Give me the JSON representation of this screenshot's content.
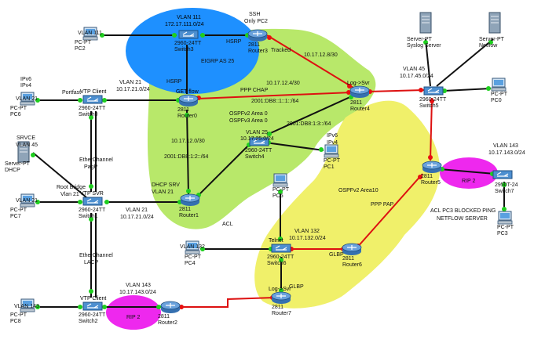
{
  "colors": {
    "blue_area": "#1e90ff",
    "green_area": "#b8e86a",
    "yellow_area": "#f0f06a",
    "magenta_area": "#ee28ee",
    "link_black": "#111111",
    "link_red": "#dd1111",
    "port_green": "#1fcf1f",
    "port_red": "#e81010"
  },
  "areas": {
    "eigrp": "EIGRP AS 25",
    "ospfv2_area0": "OSPFv2 Area 0",
    "ospfv3_area0": "OSPFv3 Area 0",
    "ospfv2_area10": "OSPFv2 Area10",
    "acl": "ACL",
    "rip_top": "RIP 2",
    "rip_bottom": "RIP 2"
  },
  "devices": [
    {
      "id": "pc2",
      "lines": [
        "PC-PT",
        "PC2"
      ],
      "icon": "pc-icon"
    },
    {
      "id": "pc6",
      "lines": [
        "PC-PT",
        "PC6"
      ],
      "icon": "pc-icon"
    },
    {
      "id": "dhcp",
      "lines": [
        "Server-PT",
        "DHCP"
      ],
      "icon": "server-icon"
    },
    {
      "id": "pc7",
      "lines": [
        "PC-PT",
        "PC7"
      ],
      "icon": "pc-icon"
    },
    {
      "id": "pc8",
      "lines": [
        "PC-PT",
        "PC8"
      ],
      "icon": "pc-icon"
    },
    {
      "id": "switch3",
      "lines": [
        "2960-24TT",
        "Switch3"
      ],
      "icon": "switch-icon"
    },
    {
      "id": "router3",
      "lines": [
        "2811",
        "Router3"
      ],
      "icon": "router-icon"
    },
    {
      "id": "router0",
      "lines": [
        "2811",
        "Router0"
      ],
      "icon": "router-icon"
    },
    {
      "id": "switch0",
      "lines": [
        "2960-24TT",
        "Switch0"
      ],
      "icon": "switch-icon"
    },
    {
      "id": "switch1",
      "lines": [
        "2960-24TT",
        "Switch1"
      ],
      "icon": "switch-icon"
    },
    {
      "id": "router1",
      "lines": [
        "2811",
        "Router1"
      ],
      "icon": "router-icon"
    },
    {
      "id": "switch2",
      "lines": [
        "2960-24TT",
        "Switch2"
      ],
      "icon": "switch-icon"
    },
    {
      "id": "router2",
      "lines": [
        "2811",
        "Router2"
      ],
      "icon": "router-icon"
    },
    {
      "id": "router4",
      "lines": [
        "2811",
        "Router4"
      ],
      "icon": "router-icon"
    },
    {
      "id": "switch4",
      "lines": [
        "2960-24TT",
        "Switch4"
      ],
      "icon": "switch-icon"
    },
    {
      "id": "pc1",
      "lines": [
        "PC-PT",
        "PC1"
      ],
      "icon": "pc-icon"
    },
    {
      "id": "pc5",
      "lines": [
        "PC-PT",
        "PC5"
      ],
      "icon": "pc-icon"
    },
    {
      "id": "pc4",
      "lines": [
        "PC-PT",
        "PC4"
      ],
      "icon": "pc-icon"
    },
    {
      "id": "switch6",
      "lines": [
        "2960-24TT",
        "Switch6"
      ],
      "icon": "switch-icon"
    },
    {
      "id": "router6",
      "lines": [
        "2811",
        "Router6"
      ],
      "icon": "router-icon"
    },
    {
      "id": "router7",
      "lines": [
        "2811",
        "Router7"
      ],
      "icon": "router-icon"
    },
    {
      "id": "syslog",
      "lines": [
        "Server-PT",
        "Syslog Server"
      ],
      "icon": "server-icon"
    },
    {
      "id": "netflow",
      "lines": [
        "Server-PT",
        "Netflow"
      ],
      "icon": "server-icon"
    },
    {
      "id": "switch5",
      "lines": [
        "2960-24TT",
        "Switch5"
      ],
      "icon": "switch-icon"
    },
    {
      "id": "pc0",
      "lines": [
        "PC-PT",
        "PC0"
      ],
      "icon": "pc-icon"
    },
    {
      "id": "router5",
      "lines": [
        "2811",
        "Router5"
      ],
      "icon": "router-icon"
    },
    {
      "id": "switch7",
      "lines": [
        "2950T-24",
        "Switch7"
      ],
      "icon": "switch-icon"
    },
    {
      "id": "pc3",
      "lines": [
        "PC-PT",
        "PC3"
      ],
      "icon": "pc-icon"
    }
  ],
  "device_badges": {
    "switch0": "VTP Client",
    "switch1": "VTP SVR",
    "switch2": "VTP Client",
    "router0": "GET flow",
    "router4": "Log->Svr",
    "router7": "Log->Svr",
    "switch6": "Telnet"
  },
  "labels": {
    "vlan111_pc2": "VLAN 111",
    "vlan111_net": "VLAN 111",
    "vlan111_subnet": "172.17.111.0/24",
    "ssh": "SSH",
    "only_pc2": "Only PC2",
    "hsrp_r3": "HSRP",
    "hsrp_r0": "HSRP",
    "tracked": "Tracked",
    "net_r3_r4": "10.17.12.8/30",
    "vlan45": "VLAN 45",
    "vlan45_subnet": "10.17.45.0/24",
    "ipv6_pc6": "IPv6",
    "ipv4_pc6": "IPv4",
    "vlan21_pc6": "VLAN 21",
    "portfast": "Portfast",
    "vlan21_r0": "VLAN 21",
    "vlan21_r0_subnet": "10.17.21.0/24",
    "r0_r4_net": "10.17.12.4/30",
    "ppp_chap": "PPP CHAP",
    "r0_r4_v6": "2001:DB8::1::1::/64",
    "ospfv2_a0": "OSPFv2 Area 0",
    "ospfv3_a0": "OSPFv3 Area 0",
    "r4_sw4_v6": "2001:DB8:1:3::/64",
    "vlan25": "VLAN 25",
    "vlan25_subnet": "10.17.25.0/24",
    "ipv6_pc1": "IPv6",
    "ipv4_pc1": "IPv4",
    "r0_r1_net": "10.17.12.0/30",
    "r0_r1_v6": "2001:DB8:1:2::/64",
    "srvce": "SRVCE",
    "vlan45_dhcp": "VLAN 45",
    "etherchannel_pagp": "EtherChannel",
    "pagp": "PagP",
    "root_bridge": "Root Bridge",
    "root_vlan": "Vlan 21",
    "dhcp_srv": "DHCP SRV",
    "dhcp_vlan": "VLAN 21",
    "vlan21_pc7": "VLAN 21",
    "vlan21_r1": "VLAN 21",
    "vlan21_r1_subnet": "10.17.21.0/24",
    "acl": "ACL",
    "etherchannel_lacp": "EtherChannel",
    "lacp": "LACP",
    "vlan143_pc8": "VLAN 143",
    "vlan143_r2": "VLAN 143",
    "vlan143_r2_subnet": "10.17.143.0/24",
    "vlan132_pc4": "VLAN 132",
    "vlan132": "VLAN 132",
    "vlan132_subnet": "10.17.132.0/24",
    "glbp_r6": "GLBP",
    "glbp_r7": "GLBP",
    "ppp_pap": "PPP PAP",
    "ospfv2_area10": "OSPFv2 Area10",
    "vlan143_sw7": "VLAN 143",
    "vlan143_sw7_subnet": "10.17.143.0/24",
    "acl_pc3_line1": "ACL PC3 BLOCKED PING",
    "acl_pc3_line2": "NETFLOW SERVER",
    "rip_r5": "RIP 2",
    "rip_r2": "RIP 2",
    "eigrp": "EIGRP AS 25"
  }
}
